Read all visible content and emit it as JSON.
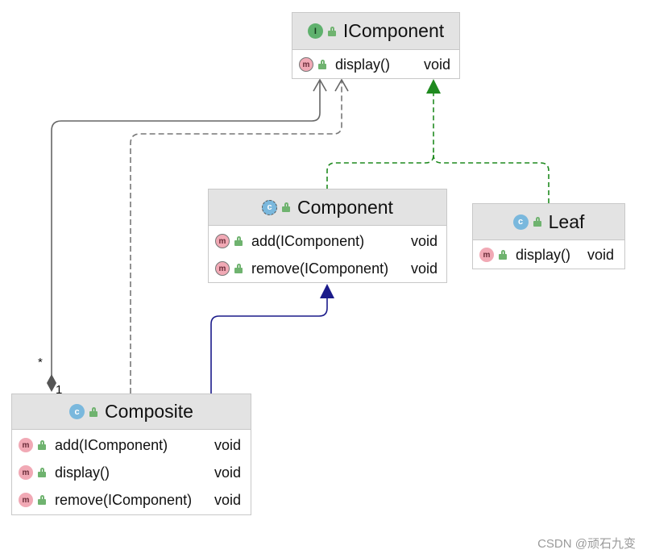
{
  "classes": {
    "icomponent": {
      "badge": "I",
      "name": "IComponent",
      "methods": [
        {
          "badge": "m",
          "signature": "display()",
          "return": "void"
        }
      ]
    },
    "component": {
      "badge": "c",
      "name": "Component",
      "methods": [
        {
          "badge": "m",
          "signature": "add(IComponent)",
          "return": "void"
        },
        {
          "badge": "m",
          "signature": "remove(IComponent)",
          "return": "void"
        }
      ]
    },
    "leaf": {
      "badge": "c",
      "name": "Leaf",
      "methods": [
        {
          "badge": "m",
          "signature": "display()",
          "return": "void"
        }
      ]
    },
    "composite": {
      "badge": "c",
      "name": "Composite",
      "methods": [
        {
          "badge": "m",
          "signature": "add(IComponent)",
          "return": "void"
        },
        {
          "badge": "m",
          "signature": "display()",
          "return": "void"
        },
        {
          "badge": "m",
          "signature": "remove(IComponent)",
          "return": "void"
        }
      ]
    }
  },
  "relations": {
    "multiplicity_many": "*",
    "multiplicity_one": "1"
  },
  "colors": {
    "implements_green": "#1f8a1f",
    "extends_navy": "#1b1b8a",
    "association_gray": "#555555"
  },
  "watermark": "CSDN @顽石九变"
}
